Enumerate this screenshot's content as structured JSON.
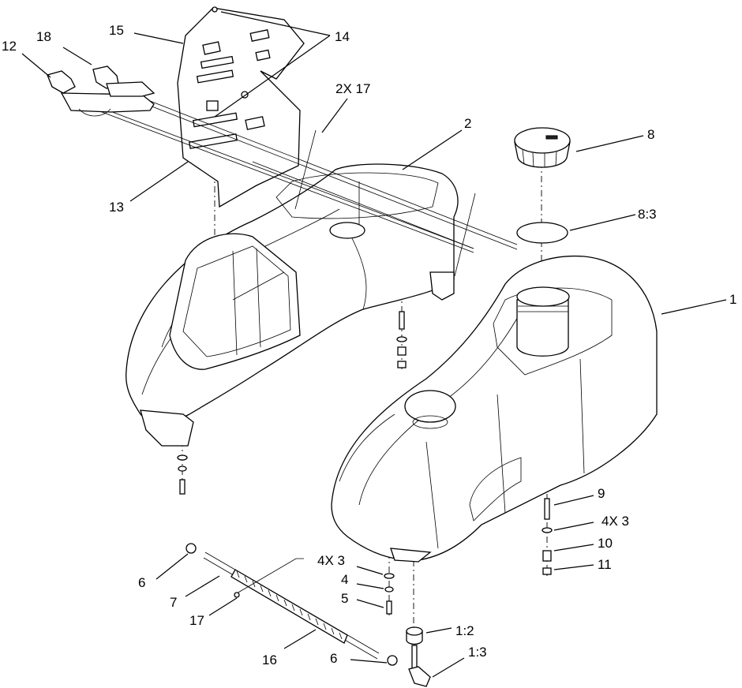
{
  "callouts": [
    {
      "id": "c1",
      "text": "1"
    },
    {
      "id": "c2",
      "text": "2"
    },
    {
      "id": "c2x17",
      "text": "2X 17"
    },
    {
      "id": "c8",
      "text": "8"
    },
    {
      "id": "c8_3",
      "text": "8:3"
    },
    {
      "id": "c9",
      "text": "9"
    },
    {
      "id": "c4x3r",
      "text": "4X 3"
    },
    {
      "id": "c10",
      "text": "10"
    },
    {
      "id": "c11",
      "text": "11"
    },
    {
      "id": "c12",
      "text": "12"
    },
    {
      "id": "c18",
      "text": "18"
    },
    {
      "id": "c15",
      "text": "15"
    },
    {
      "id": "c14",
      "text": "14"
    },
    {
      "id": "c13",
      "text": "13"
    },
    {
      "id": "c6a",
      "text": "6"
    },
    {
      "id": "c7",
      "text": "7"
    },
    {
      "id": "c17",
      "text": "17"
    },
    {
      "id": "c4x3l",
      "text": "4X 3"
    },
    {
      "id": "c4",
      "text": "4"
    },
    {
      "id": "c5",
      "text": "5"
    },
    {
      "id": "c16",
      "text": "16"
    },
    {
      "id": "c6b",
      "text": "6"
    },
    {
      "id": "c1_2",
      "text": "1:2"
    },
    {
      "id": "c1_3",
      "text": "1:3"
    }
  ]
}
